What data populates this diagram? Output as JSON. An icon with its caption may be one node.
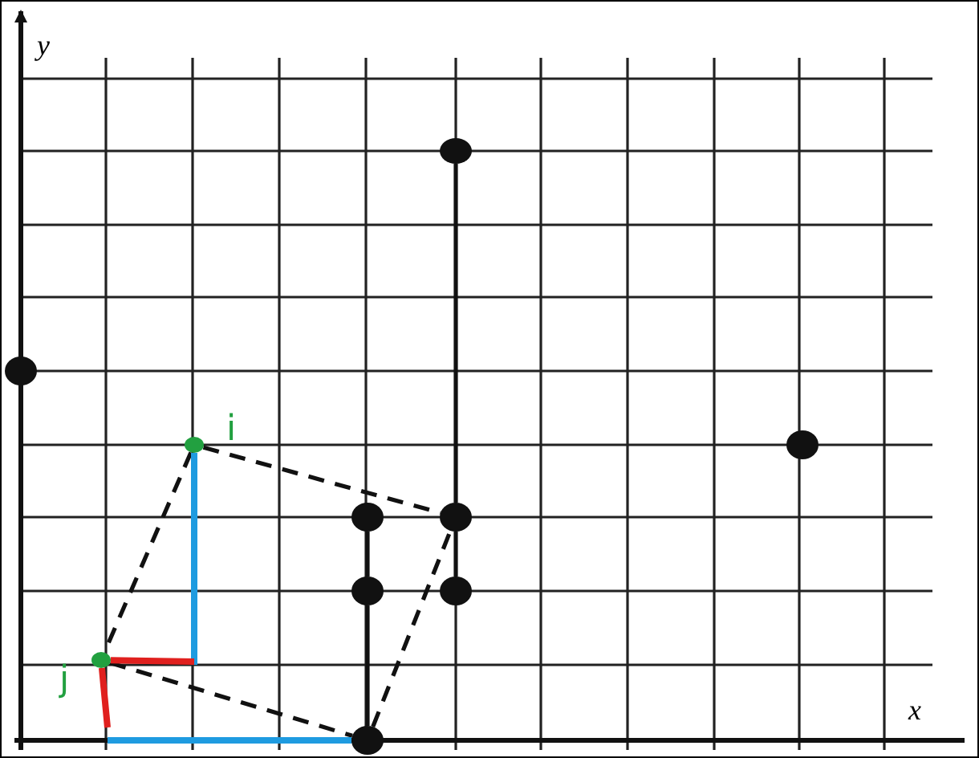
{
  "diagram": {
    "nodes": [
      {
        "text": [],
        "shape": "circle"
      },
      {
        "text": [],
        "shape": "circle"
      },
      {
        "text": [],
        "shape": "circle",
        "beside": [
          "i"
        ]
      },
      {
        "text": [],
        "shape": "circle"
      },
      {
        "text": [],
        "shape": "circle"
      },
      {
        "text": [],
        "shape": "circle"
      },
      {
        "text": [],
        "shape": "circle"
      },
      {
        "text": [],
        "shape": "circle"
      },
      {
        "text": [],
        "shape": "circle",
        "beside": [
          "j"
        ]
      },
      {
        "text": [],
        "shape": "circle"
      }
    ],
    "edges": [
      {
        "from": 2,
        "to": 5,
        "arrow": "none",
        "style": "dashed"
      },
      {
        "from": 2,
        "to": 8,
        "arrow": "none",
        "style": "dashed"
      },
      {
        "from": 8,
        "to": 9,
        "arrow": "none",
        "style": "dashed"
      },
      {
        "from": 9,
        "to": 5,
        "arrow": "none",
        "style": "dashed"
      },
      {
        "from": 2,
        "to": null,
        "arrow": "none",
        "color": "#1e9be0"
      },
      {
        "from": 8,
        "to": null,
        "arrow": "none",
        "color": "#e0201e"
      },
      {
        "from": 8,
        "to": null,
        "arrow": "none",
        "color": "#e0201e"
      },
      {
        "from": null,
        "to": 9,
        "arrow": "none",
        "color": "#1e9be0"
      },
      {
        "from": 0,
        "to": 5,
        "arrow": "none"
      },
      {
        "from": 5,
        "to": 7,
        "arrow": "none"
      },
      {
        "from": 4,
        "to": 6,
        "arrow": "none"
      },
      {
        "from": 6,
        "to": 9,
        "arrow": "none"
      }
    ],
    "labels": [
      "y",
      "x"
    ]
  }
}
